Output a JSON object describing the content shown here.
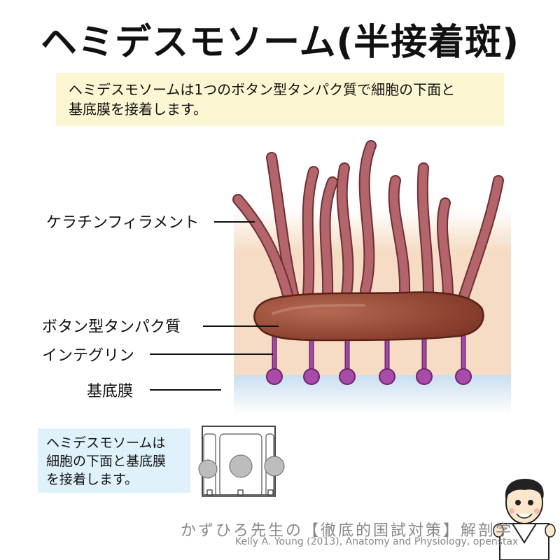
{
  "title": "ヘミデスモソーム(半接着斑)",
  "description": {
    "line1": "ヘミデスモソームは1つのボタン型タンパク質で細胞の下面と",
    "line2": "基底膜を接着します。"
  },
  "labels": {
    "keratin": "ケラチンフィラメント",
    "button_protein": "ボタン型タンパク質",
    "integrin": "インテグリン",
    "basement_membrane": "基底膜"
  },
  "summary": {
    "line1": "ヘミデスモソームは",
    "line2": "細胞の下面と基底膜",
    "line3": "を接着します。"
  },
  "credit": "かずひろ先生の【徹底的国試対策】解剖学",
  "source": "Kelly A. Young (2013), Anatomy and Physiology, openstax",
  "colors": {
    "cell": "#f6dcc4",
    "basement_membrane": "#c9def0",
    "filament": "#a8565e",
    "plaque": "#8e3c2c",
    "integrin": "#8e2f8a",
    "description_bg": "#fcf7d2",
    "summary_bg": "#dff2fb"
  }
}
